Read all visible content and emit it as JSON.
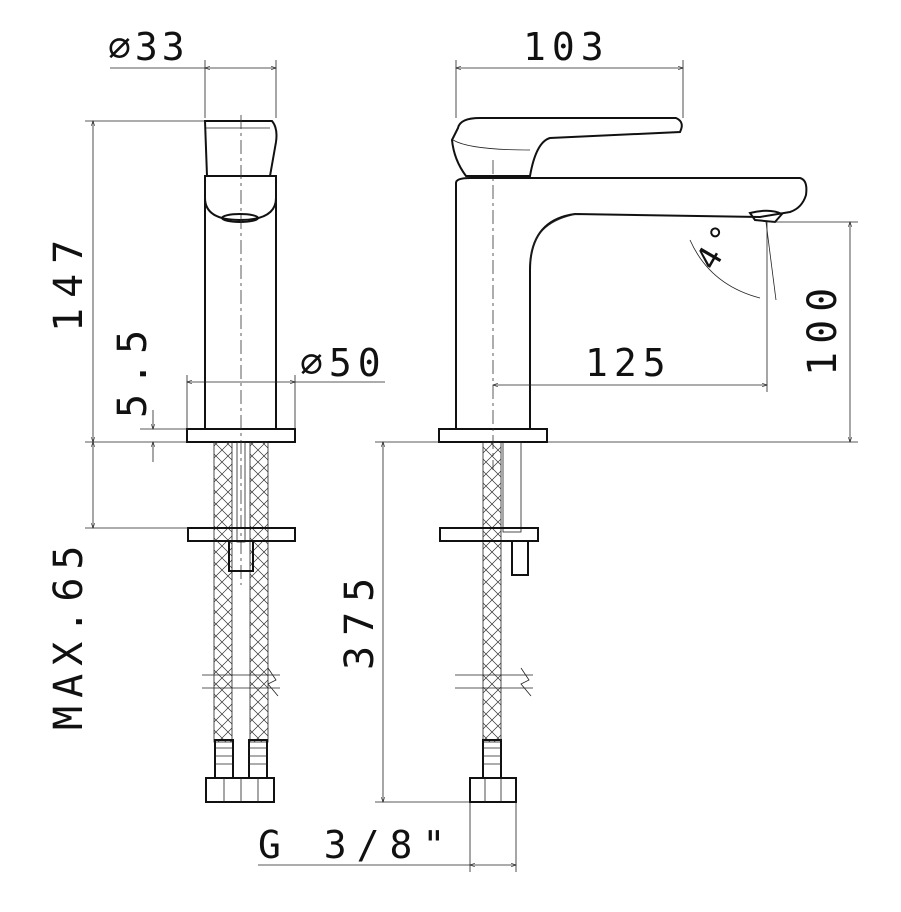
{
  "diagram": {
    "dimensions": {
      "top_diameter": "∅33",
      "base_diameter": "∅50",
      "height": "147",
      "base_thickness": "5.5",
      "max_deck": "MAX.65",
      "hose_length": "375",
      "projection_width": "103",
      "spout_reach": "125",
      "spout_height": "100",
      "angle": "4°",
      "thread": "G 3/8\""
    }
  }
}
